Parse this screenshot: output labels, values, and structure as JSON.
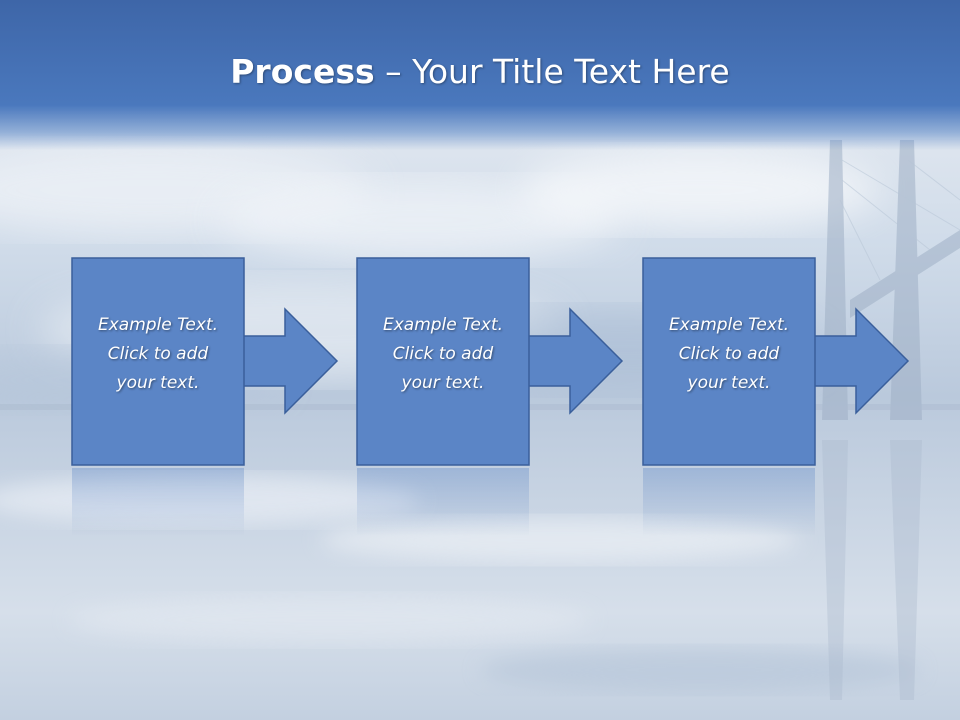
{
  "title": {
    "bold": "Process",
    "dash": " – ",
    "rest": "Your Title Text Here"
  },
  "steps": [
    {
      "line1": "Example Text.",
      "line2": "Click  to add",
      "line3": "your text."
    },
    {
      "line1": "Example Text.",
      "line2": "Click  to add",
      "line3": "your text."
    },
    {
      "line1": "Example Text.",
      "line2": "Click  to add",
      "line3": "your text."
    }
  ],
  "colors": {
    "title_bar": "#4a78bd",
    "box_fill": "#5b85c6",
    "box_stroke": "#3a5f9b",
    "text": "#ffffff"
  }
}
